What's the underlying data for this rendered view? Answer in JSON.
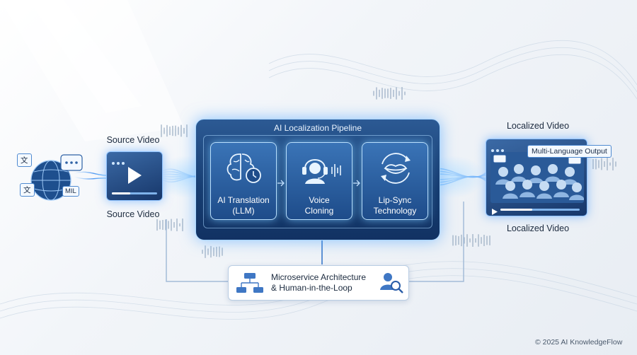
{
  "pipeline": {
    "title": "AI Localization Pipeline",
    "stages": [
      {
        "label_line1": "AI Translation",
        "label_line2": "(LLM)",
        "icon": "brain-clock-icon"
      },
      {
        "label_line1": "Voice",
        "label_line2": "Cloning",
        "icon": "headset-voice-icon"
      },
      {
        "label_line1": "Lip-Sync",
        "label_line2": "Technology",
        "icon": "lips-sync-icon"
      }
    ]
  },
  "source": {
    "label_top": "Source Video",
    "label_bottom": "Source Video",
    "globe_badges": [
      "文",
      "文",
      "MIL"
    ]
  },
  "output": {
    "label_top": "Localized Video",
    "label_bottom": "Localized Video",
    "badge": "Multi-Language Output"
  },
  "architecture": {
    "line1": "Microservice Architecture",
    "line2": "& Human-in-the-Loop"
  },
  "footer": {
    "copyright": "© 2025 AI KnowledgeFlow"
  },
  "colors": {
    "accent": "#2f6fd0",
    "panel": "#163c70",
    "glow": "#8fc3ff"
  }
}
